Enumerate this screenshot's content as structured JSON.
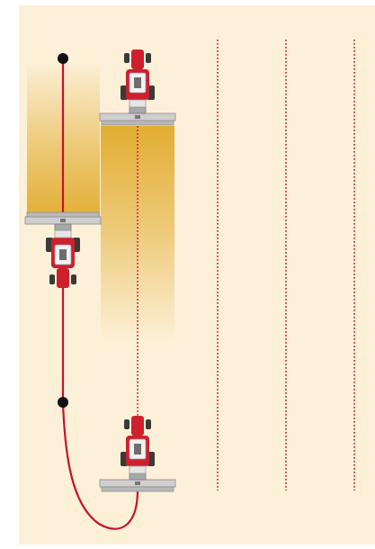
{
  "colors": {
    "background": "#ffffff",
    "field": "#fdf0d8",
    "guidance_line": "#c8102e",
    "dotted_line": "#c8102e",
    "coverage_gold": "#e2ad32",
    "implement_gray": "#c9c9c9",
    "implement_dark": "#8a8a8a",
    "tractor_red": "#cf1f2e",
    "tractor_cab": "#f2f2f2",
    "tire": "#3a3a3a",
    "node": "#111111"
  },
  "diagram": {
    "tractor_count": 3,
    "node_count": 2,
    "dotted_guide_count": 4,
    "coverage_strip_count": 2,
    "icon_names": [
      "tractor-icon",
      "implement-icon",
      "node-icon"
    ]
  }
}
